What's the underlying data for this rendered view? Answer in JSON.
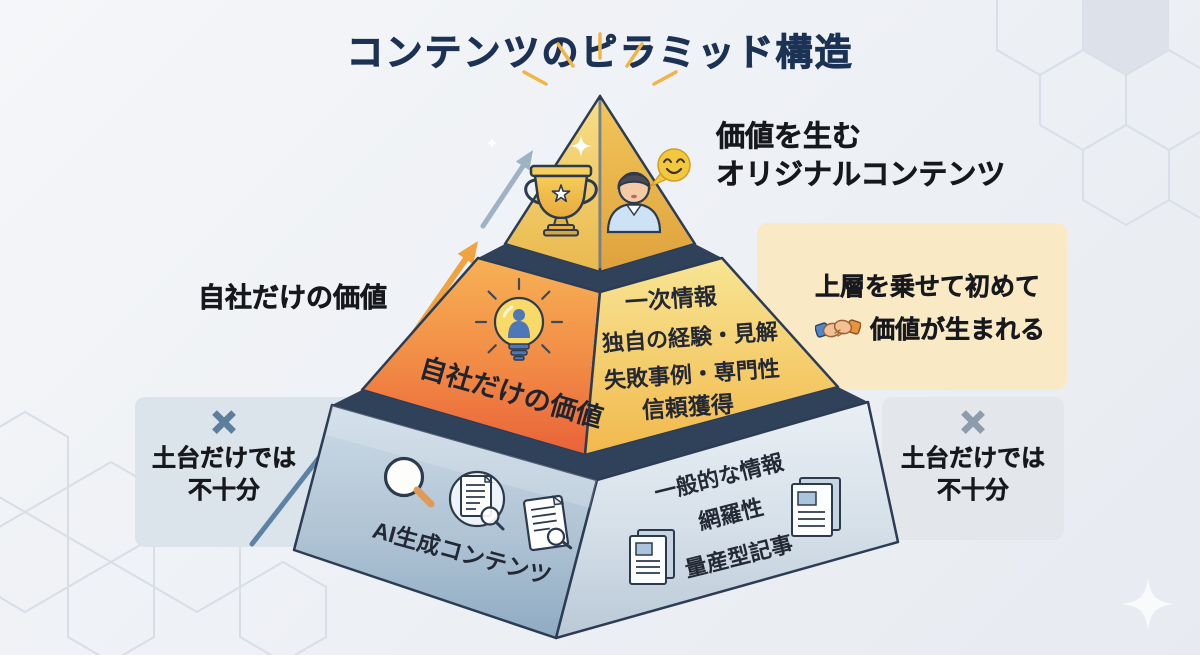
{
  "title": "コンテンツのピラミッド構造",
  "annotations": {
    "top_right": {
      "line1": "価値を生む",
      "line2": "オリジナルコンテンツ"
    },
    "left_value_label": "自社だけの価値",
    "yellow_callout": {
      "line1": "上層を乗せて初めて",
      "line2": "価値が生まれる"
    },
    "left_warning": {
      "mark": "×",
      "line1": "土台だけでは",
      "line2": "不十分"
    },
    "right_warning": {
      "mark": "×",
      "line1": "土台だけでは",
      "line2": "不十分"
    }
  },
  "pyramid": {
    "tier2": {
      "left_face_label": "自社だけの価値",
      "right_face_lines": [
        "一次情報",
        "独自の経験・見解",
        "失敗事例・専門性",
        "信頼獲得"
      ]
    },
    "tier3": {
      "left_face_label": "AI生成コンテンツ",
      "right_face_lines": [
        "一般的な情報",
        "網羅性",
        "量産型記事"
      ]
    }
  },
  "icons": {
    "tier1": [
      "trophy-icon",
      "person-icon",
      "smiley-speech-bubble-icon",
      "sparkle-icon"
    ],
    "tier2": [
      "lightbulb-person-icon"
    ],
    "tier3_left": [
      "magnifier-icon",
      "document-search-icon",
      "document-magnifier-icon"
    ],
    "tier3_right": [
      "stacked-documents-icon",
      "stacked-documents-icon"
    ],
    "yellow_callout": [
      "handshake-icon"
    ],
    "background": [
      "hexagon-pattern",
      "sparkle-icon"
    ]
  },
  "colors": {
    "title": "#1c3255",
    "tier1_gold": "#ecbc4e",
    "tier2_orange": "#ee7a3f",
    "tier2_yellow": "#f5cf63",
    "tier3_blue_gray": "#a9bfd2",
    "outline_navy": "#2c3c55",
    "yellow_callout_bg": "#f9eac5",
    "warning_box_bg": "#dde4ec",
    "arrow_orange": "#f1a33f",
    "arrow_blue": "#5e82a3",
    "arrow_gray": "#9db2c5",
    "background": "#eef1f5"
  }
}
